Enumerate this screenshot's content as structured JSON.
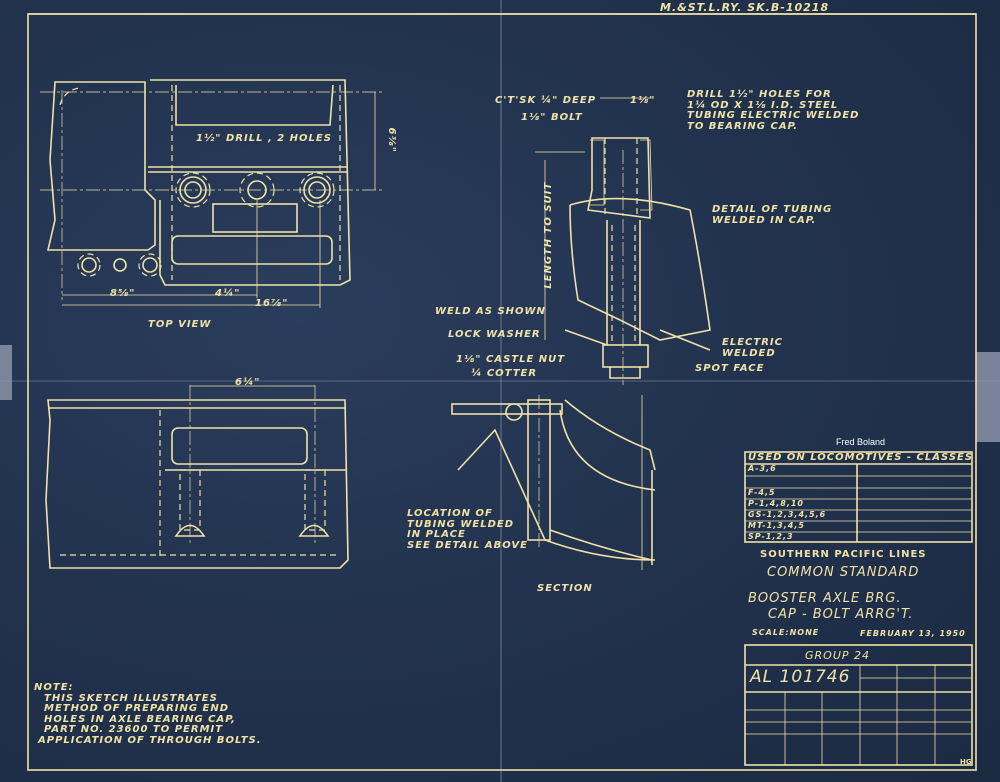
{
  "header": {
    "sketch_number": "M.&ST.L.RY.  SK.B-10218"
  },
  "top_view": {
    "title": "TOP VIEW",
    "drill_note": "1½\" DRILL , 2 HOLES",
    "dim_height": "6⅜\"",
    "dim_a": "8⅝\"",
    "dim_b": "4¼\"",
    "dim_c": "16⅞\""
  },
  "front_view": {
    "dim_top": "6¼\""
  },
  "detail": {
    "countersink": "C'T'SK ¼\" DEEP",
    "bolt": "1⅛\" BOLT",
    "dim_bore": "1⅛\"",
    "drill_note": [
      "DRILL 1½\" HOLES FOR",
      "1¼ OD X 1⅛ I.D. STEEL",
      "TUBING ELECTRIC WELDED",
      "TO BEARING CAP."
    ],
    "title": [
      "DETAIL OF TUBING",
      "WELDED IN CAP."
    ],
    "length": "LENGTH TO SUIT",
    "weld": "WELD AS SHOWN",
    "lock_washer": "LOCK WASHER",
    "castle_nut": "1⅛\" CASTLE NUT",
    "cotter": "¼ COTTER",
    "electric_welded": [
      "ELECTRIC",
      "WELDED"
    ],
    "spot_face": "SPOT FACE"
  },
  "section": {
    "title": "SECTION",
    "note": [
      "LOCATION OF",
      "TUBING WELDED",
      "IN PLACE",
      "SEE DETAIL ABOVE"
    ]
  },
  "title_block": {
    "signature": "Fred Boland",
    "used_on_header": "USED ON LOCOMOTIVES - CLASSES",
    "classes": [
      "A-3,6",
      "",
      "F-4,5",
      "P-1,4,8,10",
      "GS-1,2,3,4,5,6",
      "MT-1,3,4,5",
      "SP-1,2,3"
    ],
    "railroad": "SOUTHERN PACIFIC LINES",
    "standard": "COMMON STANDARD",
    "part_title": [
      "BOOSTER AXLE BRG.",
      "CAP - BOLT ARRG'T."
    ],
    "scale": "SCALE:NONE",
    "date": "FEBRUARY 13, 1950",
    "group": "GROUP 24",
    "drawing_number": "AL 101746",
    "initials": "HG"
  },
  "note": {
    "heading": "NOTE:",
    "lines": [
      "THIS SKETCH ILLUSTRATES",
      "METHOD OF PREPARING END",
      "HOLES IN AXLE BEARING CAP,",
      "PART NO. 23600 TO PERMIT",
      "APPLICATION OF THROUGH BOLTS."
    ]
  },
  "colors": {
    "paper": "#22334f",
    "ink": "#efe2a6",
    "tape": "#8a93a8"
  }
}
